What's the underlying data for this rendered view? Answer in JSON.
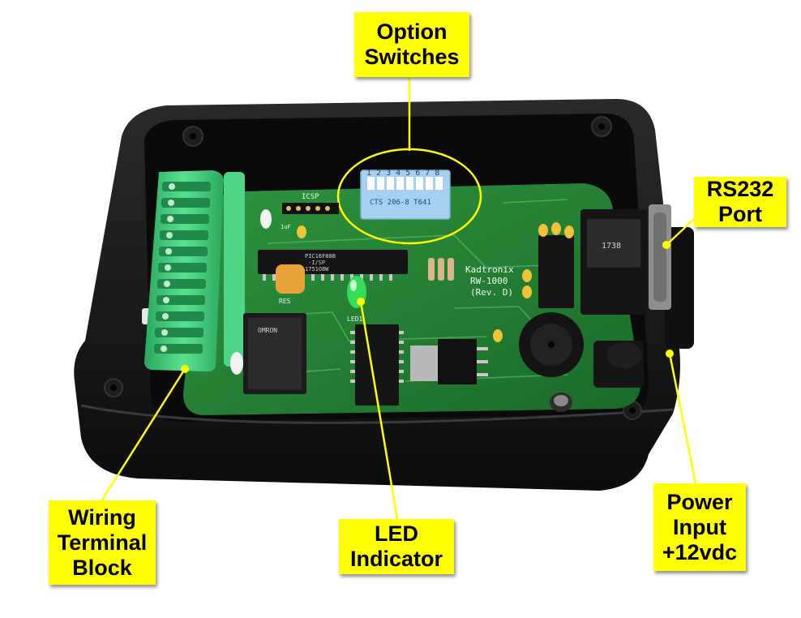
{
  "callouts": {
    "option_switches": [
      "Option",
      "Switches"
    ],
    "rs232_port": [
      "RS232",
      "Port"
    ],
    "wiring_terminal_block": [
      "Wiring",
      "Terminal",
      "Block"
    ],
    "led_indicator": [
      "LED",
      "Indicator"
    ],
    "power_input": [
      "Power",
      "Input",
      "+12vdc"
    ]
  },
  "board": {
    "brand": "Kadtronix",
    "model": "RW-1000",
    "revision": "(Rev. D)",
    "mcu_line1": "PIC16F88B",
    "mcu_line2": "-I/SP",
    "mcu_line3": "1751O8W",
    "icsp": "ICSP",
    "res": "RES",
    "dip_numbers": "1 2 3 4 5 6 7 8",
    "dip_text": "CTS 206-8 T641",
    "relay_text": "OMRON",
    "led_label": "LED1",
    "db9_label": "1738",
    "cap_label": "1uF"
  },
  "colors": {
    "callout_bg": "#ffff00",
    "pcb": "#1f7a2e",
    "enclosure": "#141414",
    "terminal_block": "#3fcf7a",
    "led": "#33dd55",
    "leader": "#ffff00"
  }
}
